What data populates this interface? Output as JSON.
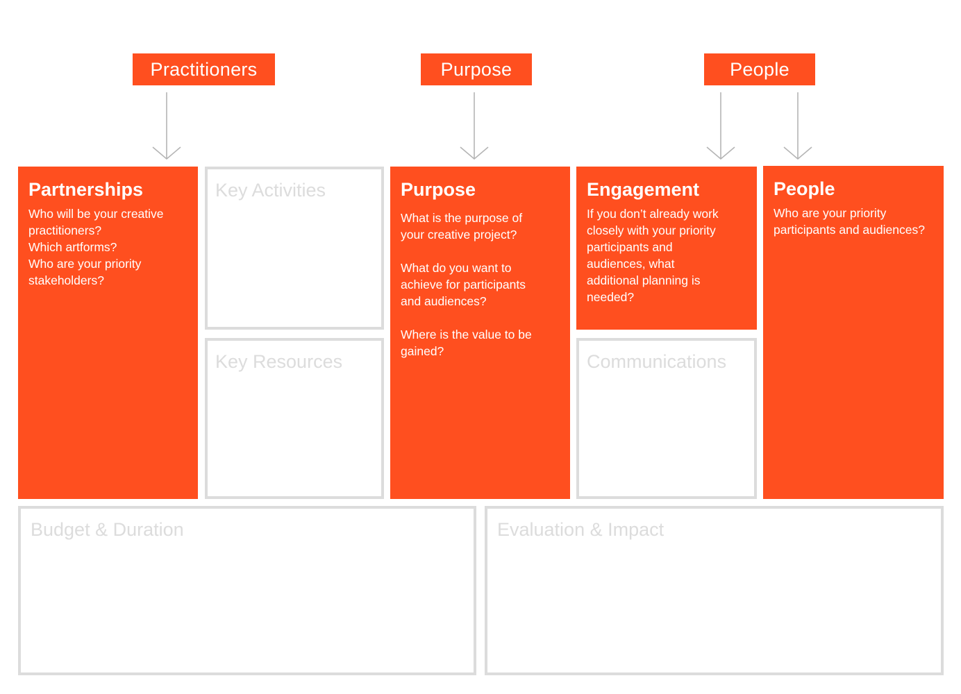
{
  "colors": {
    "accent": "#ff4f1f",
    "outline": "#dcdcdc",
    "arrow": "#b4b4b4"
  },
  "tags": {
    "practitioners": "Practitioners",
    "purpose": "Purpose",
    "people": "People"
  },
  "cards": {
    "partnerships": {
      "title": "Partnerships",
      "body": "Who will be your creative\npractitioners?\nWhich artforms?\nWho are your priority\nstakeholders?"
    },
    "key_activities": {
      "title": "Key Activities"
    },
    "key_resources": {
      "title": "Key Resources"
    },
    "purpose": {
      "title": "Purpose",
      "body": "What is the purpose of\nyour creative project?\n\nWhat do you want to\nachieve for participants\nand audiences?\n\nWhere is the value to be\ngained?"
    },
    "engagement": {
      "title": "Engagement",
      "body": "If you don’t already work\nclosely with your priority\nparticipants and\naudiences, what\nadditional planning is\nneeded?"
    },
    "communications": {
      "title": "Communications"
    },
    "people": {
      "title": "People",
      "body": "Who are your priority\nparticipants and audiences?"
    },
    "budget_duration": {
      "title": "Budget & Duration"
    },
    "evaluation_impact": {
      "title": "Evaluation & Impact"
    }
  }
}
